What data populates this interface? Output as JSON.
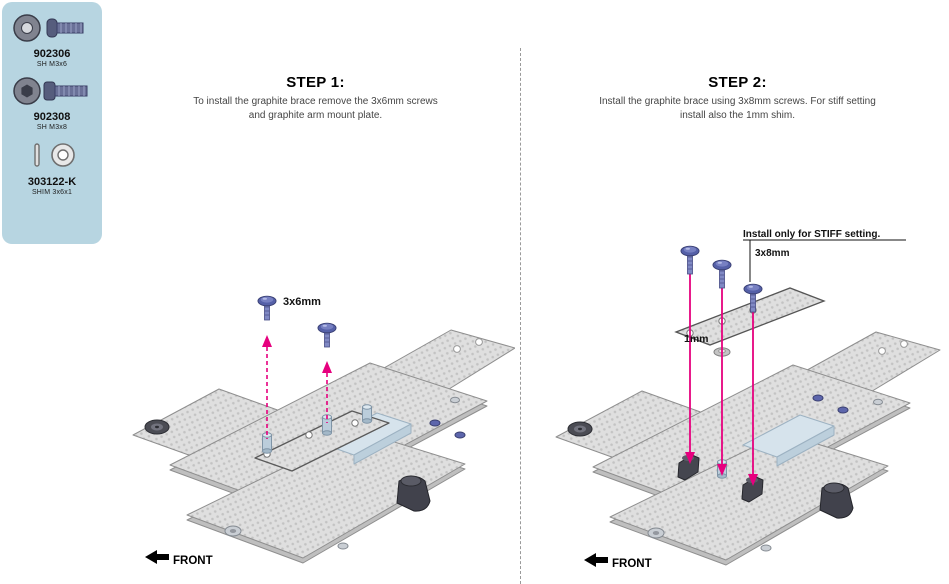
{
  "sidebar": {
    "parts": [
      {
        "id": "902306",
        "desc": "SH M3x6",
        "icon": "button-head-screw-3x6"
      },
      {
        "id": "902308",
        "desc": "SH M3x8",
        "icon": "button-head-screw-3x8"
      },
      {
        "id": "303122-K",
        "desc": "SHIM 3x6x1",
        "icon": "shim-washer"
      }
    ]
  },
  "steps": [
    {
      "title": "STEP 1:",
      "text_line1": "To install the graphite brace remove the 3x6mm screws",
      "text_line2": "and graphite arm mount plate.",
      "labels": {
        "screw_size": "3x6mm",
        "front": "FRONT"
      }
    },
    {
      "title": "STEP 2:",
      "text_line1": "Install the graphite brace using 3x8mm screws. For stiff setting",
      "text_line2": "install also the 1mm shim.",
      "labels": {
        "stiff_note": "Install only for STIFF setting.",
        "screw_size": "3x8mm",
        "shim_size": "1mm",
        "front": "FRONT"
      }
    }
  ],
  "colors": {
    "accent_magenta": "#e6007e",
    "screw_blue": "#5560a8",
    "sidebar_blue": "#b7d5e1",
    "plate_gray": "#dfdfdf"
  }
}
